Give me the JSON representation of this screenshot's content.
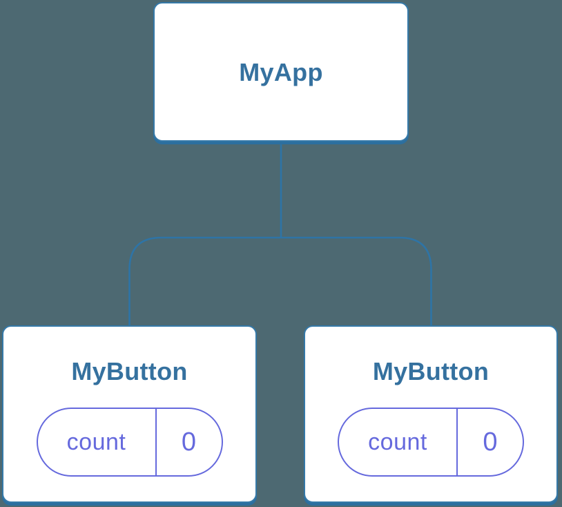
{
  "diagram": {
    "title": "component-tree",
    "root": {
      "label": "MyApp"
    },
    "children": [
      {
        "label": "MyButton",
        "state": {
          "key": "count",
          "value": "0"
        }
      },
      {
        "label": "MyButton",
        "state": {
          "key": "count",
          "value": "0"
        }
      }
    ]
  },
  "colors": {
    "canvas-bg": "#4D6972",
    "card-bg": "#FFFFFF",
    "line-blue": "#2E74A6",
    "card-border": "#3579A8",
    "card-shadow": "#2C6F9F",
    "label-blue": "#35719F",
    "pill-purple": "#6569DD"
  }
}
